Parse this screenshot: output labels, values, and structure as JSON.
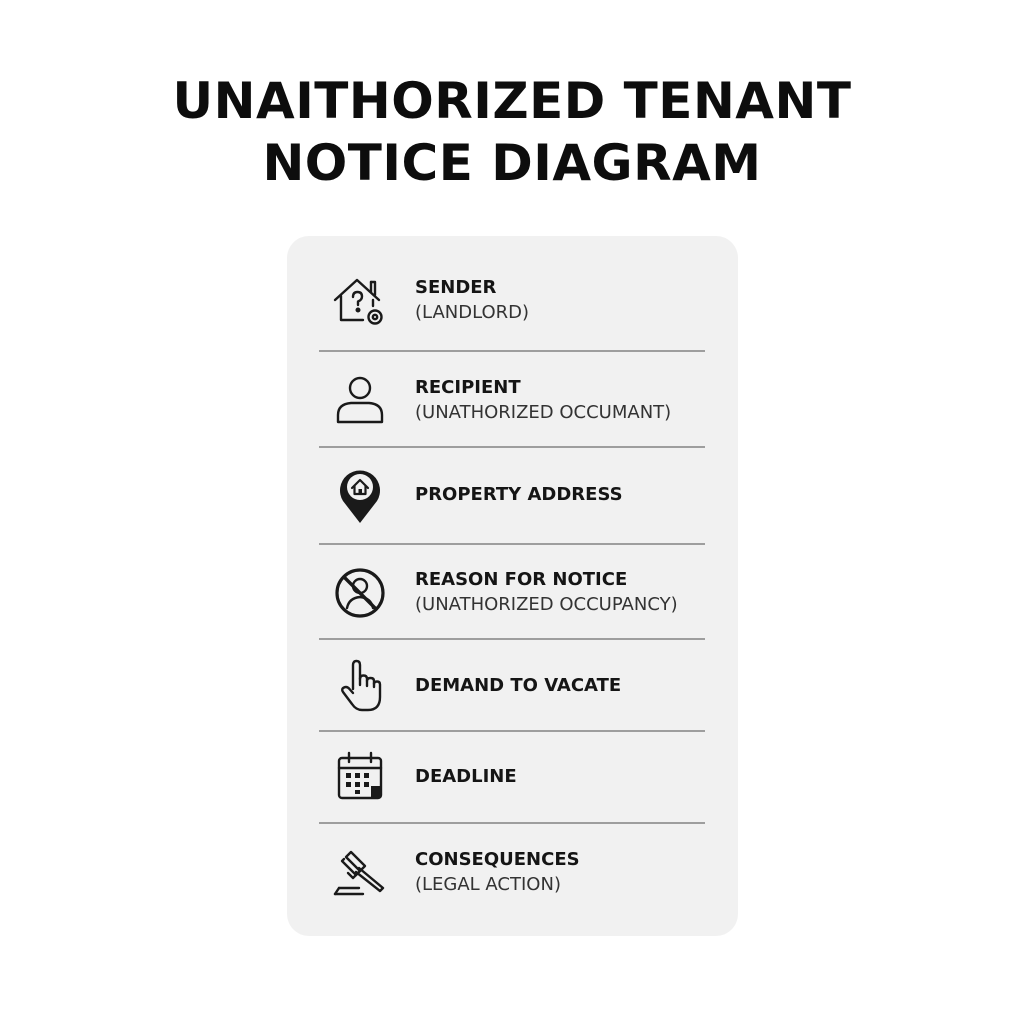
{
  "title": {
    "line1": "UNAITHORIZED TENANT",
    "line2": "NOTICE DIAGRAM"
  },
  "items": [
    {
      "icon": "house-question-icon",
      "label": "SENDER",
      "sub": "(LANDLORD)"
    },
    {
      "icon": "person-icon",
      "label": "RECIPIENT",
      "sub": "(UNATHORIZED OCCUMANT)"
    },
    {
      "icon": "location-pin-icon",
      "label": "PROPERTY ADDRESS",
      "sub": ""
    },
    {
      "icon": "prohibited-person-icon",
      "label": "REASON FOR NOTICE",
      "sub": "(UNATHORIZED OCCUPANCY)"
    },
    {
      "icon": "hand-pointer-icon",
      "label": "DEMAND TO VACATE",
      "sub": ""
    },
    {
      "icon": "calendar-icon",
      "label": "DEADLINE",
      "sub": ""
    },
    {
      "icon": "gavel-icon",
      "label": "CONSEQUENCES",
      "sub": "(LEGAL ACTION)"
    }
  ]
}
